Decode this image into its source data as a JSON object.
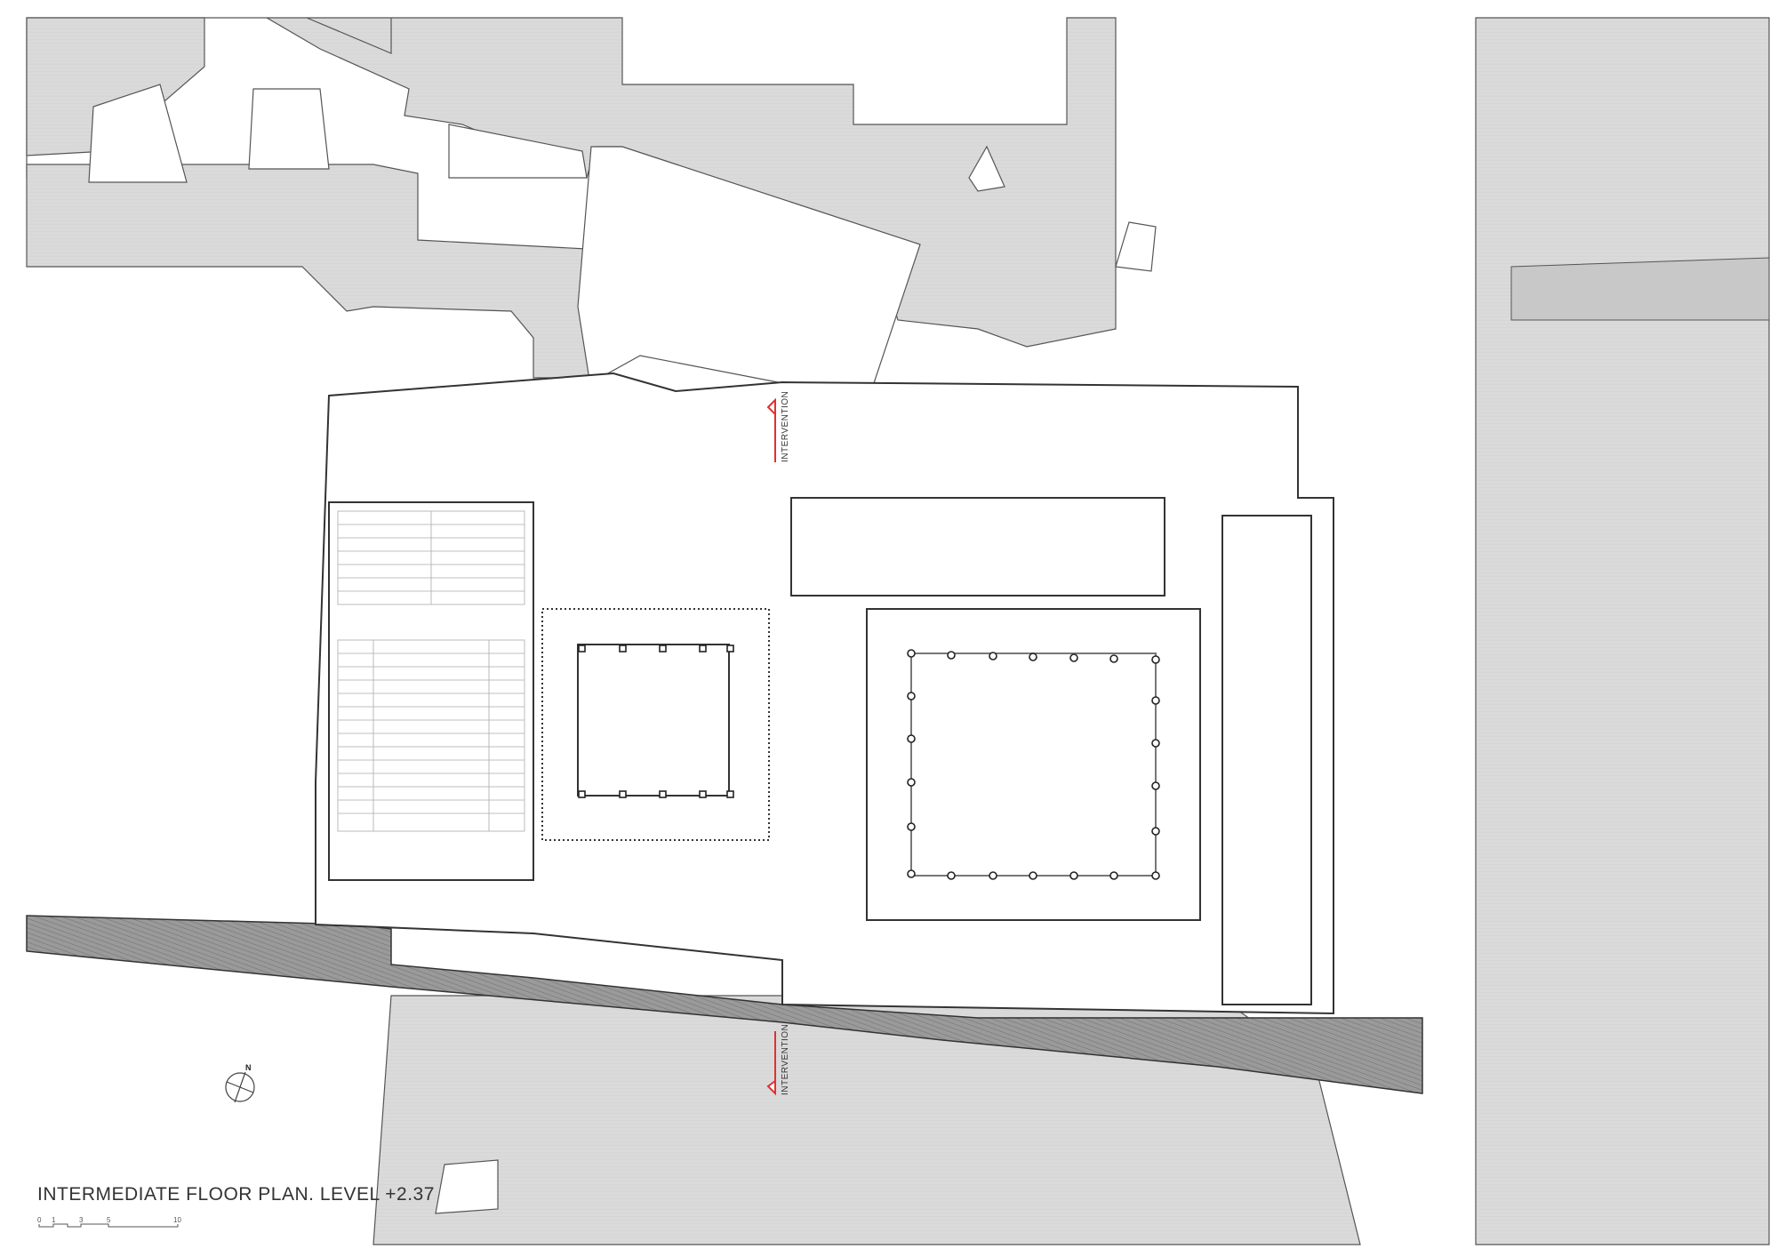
{
  "drawing": {
    "title": "INTERMEDIATE FLOOR PLAN. LEVEL +2.37",
    "north_label": "N",
    "scale_bar": {
      "ticks": [
        "0",
        "1",
        "3",
        "5",
        "10"
      ],
      "unit_hint": "meters"
    },
    "section_markers": [
      {
        "label": "INTERVENTION",
        "position": "top"
      },
      {
        "label": "INTERVENTION",
        "position": "bottom"
      }
    ],
    "colors": {
      "context_buildings": "#d9d9d9",
      "party_wall_hatch": "#8a8a8a",
      "section_marker": "#e03030",
      "linework": "#333333",
      "background": "#ffffff"
    }
  }
}
